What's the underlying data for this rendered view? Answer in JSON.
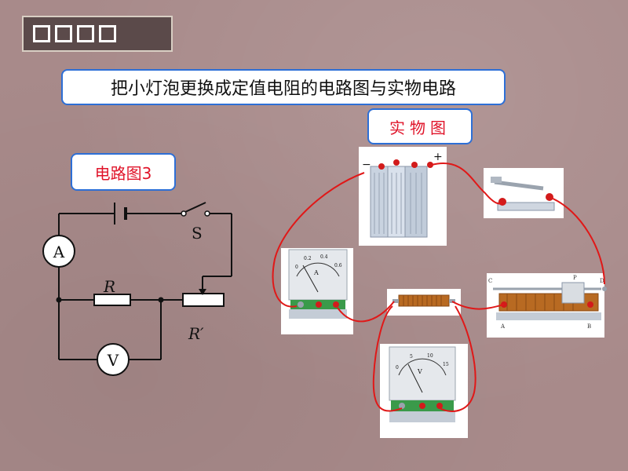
{
  "header": {
    "title": "□□□□"
  },
  "title_box": {
    "text": "把小灯泡更换成定值电阻的电路图与实物电路"
  },
  "photo_label": {
    "text": "实物图"
  },
  "diagram_label": {
    "text": "电路图3"
  },
  "circuit": {
    "ammeter": "A",
    "voltmeter": "V",
    "switch": "S",
    "resistor": "R",
    "rheostat": "R′"
  },
  "photos": {
    "battery_minus": "−",
    "battery_plus": "+",
    "ammeter_letter": "A",
    "ammeter_scale": [
      "0",
      "0.2",
      "0.4",
      "0.6"
    ],
    "voltmeter_letter": "V",
    "voltmeter_scale": [
      "0",
      "5",
      "10",
      "15"
    ],
    "rheostat_terminals": [
      "C",
      "P",
      "D",
      "A",
      "B"
    ]
  },
  "colors": {
    "label_border": "#2d6fd6",
    "label_text": "#e0142a",
    "wire": "#e01818",
    "background": "#a88a8a"
  }
}
